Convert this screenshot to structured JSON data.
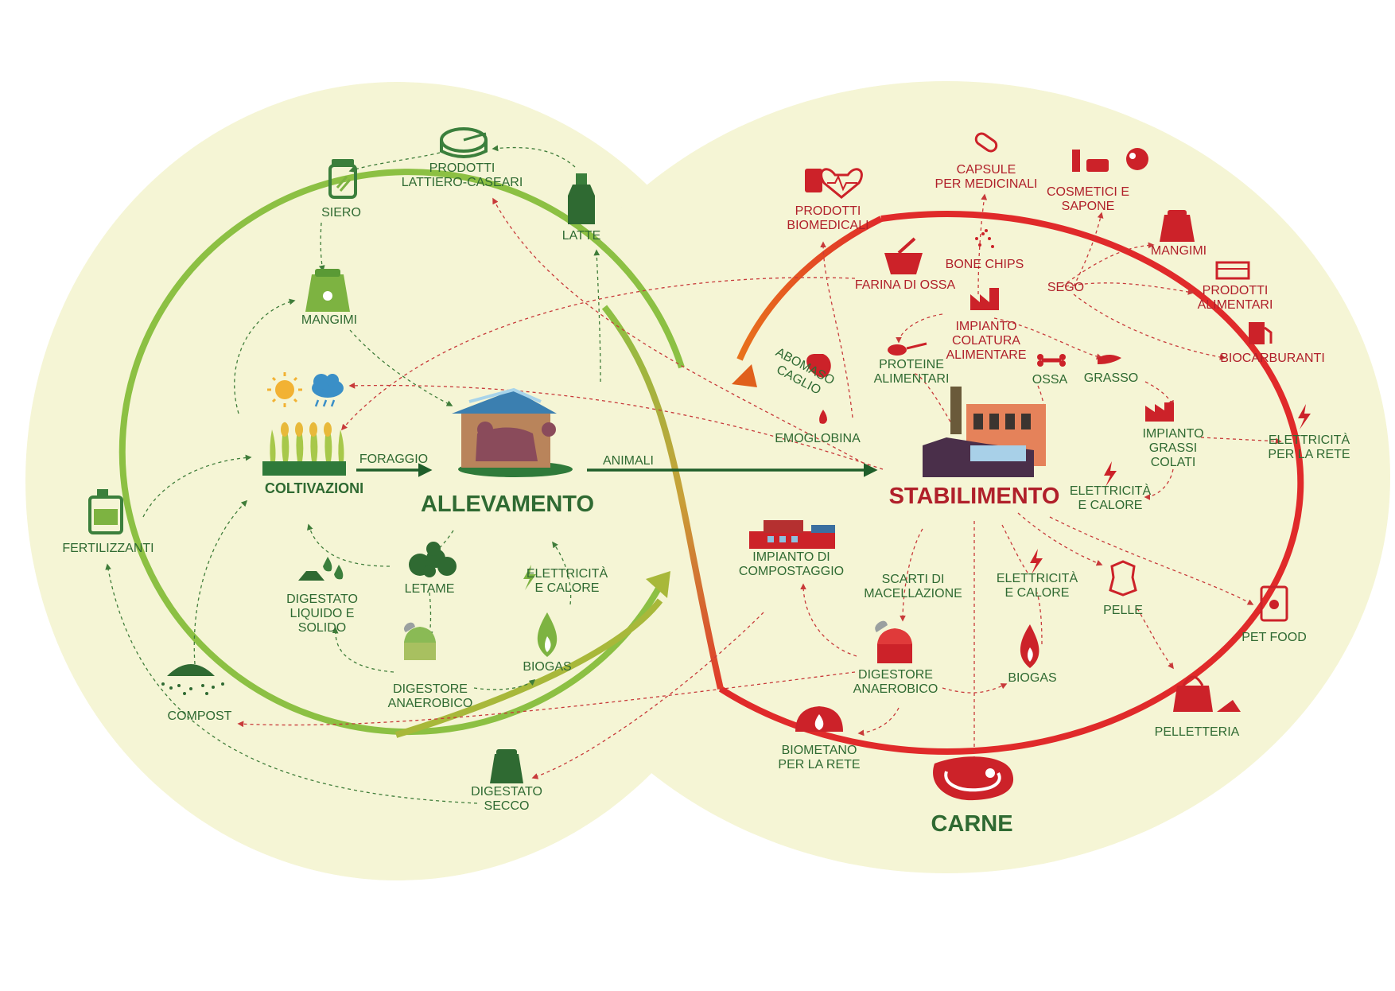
{
  "colors": {
    "background": "#f5f5d5",
    "green_dark": "#2f6a32",
    "green_ring": "#8cc043",
    "red": "#cc2229",
    "red_ring": "#e02a2a"
  },
  "hubs": {
    "coltivazioni": "COLTIVAZIONI",
    "allevamento": "ALLEVAMENTO",
    "stabilimento": "STABILIMENTO",
    "carne": "CARNE"
  },
  "arrows": {
    "foraggio": "FORAGGIO",
    "animali": "ANIMALI"
  },
  "left": {
    "siero": "SIERO",
    "lattiero": [
      "PRODOTTI",
      "LATTIERO-CASEARI"
    ],
    "latte": "LATTE",
    "mangimi": "MANGIMI",
    "fertilizzanti": "FERTILIZZANTI",
    "letame": "LETAME",
    "digestato_liquido": [
      "DIGESTATO",
      "LIQUIDO E",
      "SOLIDO"
    ],
    "elettricita": [
      "ELETTRICITÀ",
      "E CALORE"
    ],
    "biogas": "BIOGAS",
    "digestore": [
      "DIGESTORE",
      "ANAEROBICO"
    ],
    "compost": "COMPOST",
    "digestato_secco": [
      "DIGESTATO",
      "SECCO"
    ]
  },
  "right": {
    "biomedicali": [
      "PRODOTTI",
      "BIOMEDICALI"
    ],
    "capsule": [
      "CAPSULE",
      "PER MEDICINALI"
    ],
    "cosmetici": [
      "COSMETICI E",
      "SAPONE"
    ],
    "mangimi": "MANGIMI",
    "bone_chips": "BONE CHIPS",
    "farina": "FARINA DI OSSA",
    "sego": "SEGO",
    "alimentari": [
      "PRODOTTI",
      "ALIMENTARI"
    ],
    "impianto_colatura": [
      "IMPIANTO",
      "COLATURA",
      "ALIMENTARE"
    ],
    "biocarburanti": "BIOCARBURANTI",
    "abomaso": [
      "ABOMASO",
      "CAGLIO"
    ],
    "proteine": [
      "PROTEINE",
      "ALIMENTARI"
    ],
    "ossa": "OSSA",
    "grasso": "GRASSO",
    "emoglobina": "EMOGLOBINA",
    "impianto_grassi": [
      "IMPIANTO",
      "GRASSI",
      "COLATI"
    ],
    "elettricita_rete": [
      "ELETTRICITÀ",
      "PER LA RETE"
    ],
    "elettricita_calore_1": [
      "ELETTRICITÀ",
      "E CALORE"
    ],
    "compostaggio": [
      "IMPIANTO DI",
      "COMPOSTAGGIO"
    ],
    "scarti": [
      "SCARTI DI",
      "MACELLAZIONE"
    ],
    "elettricita_calore_2": [
      "ELETTRICITÀ",
      "E CALORE"
    ],
    "pelle": "PELLE",
    "pet_food": "PET FOOD",
    "digestore": [
      "DIGESTORE",
      "ANAEROBICO"
    ],
    "biogas": "BIOGAS",
    "pelletteria": "PELLETTERIA",
    "biometano": [
      "BIOMETANO",
      "PER LA RETE"
    ]
  }
}
